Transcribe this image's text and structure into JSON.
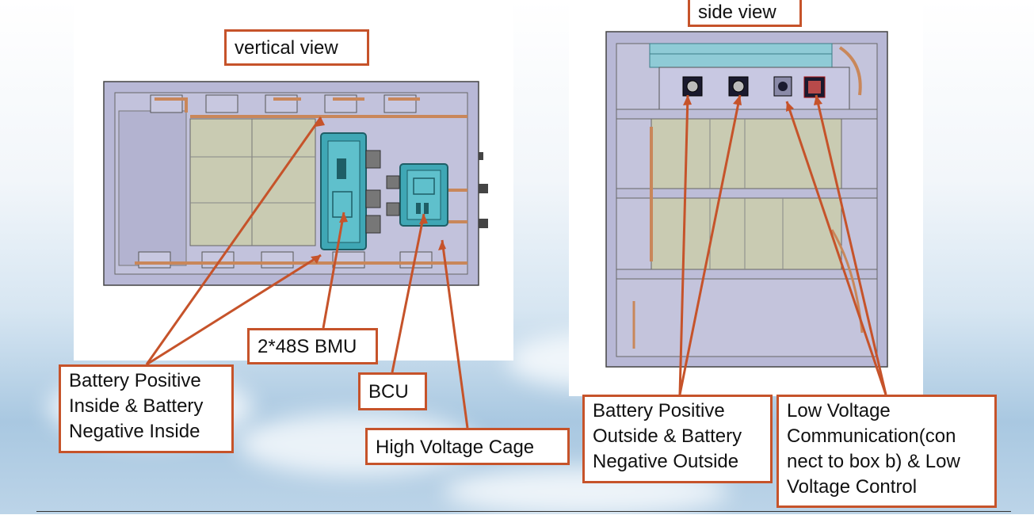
{
  "labels": {
    "vertical_view": "vertical view",
    "side_view": "side view",
    "bmu": "2*48S BMU",
    "bcu": "BCU",
    "battery_inside": "Battery Positive\nInside & Battery\nNegative Inside",
    "hv_cage": "High Voltage Cage",
    "battery_outside": "Battery Positive\nOutside & Battery\nNegative Outside",
    "low_voltage": "Low Voltage\nCommunication(con\nnect to box b) & Low\nVoltage Control"
  },
  "colors": {
    "callout": "#c6532a",
    "enclosure": "#b8b8d6",
    "module": "#c9cbb2",
    "bmu": "#3fa7b5",
    "copper": "#c9875a"
  }
}
